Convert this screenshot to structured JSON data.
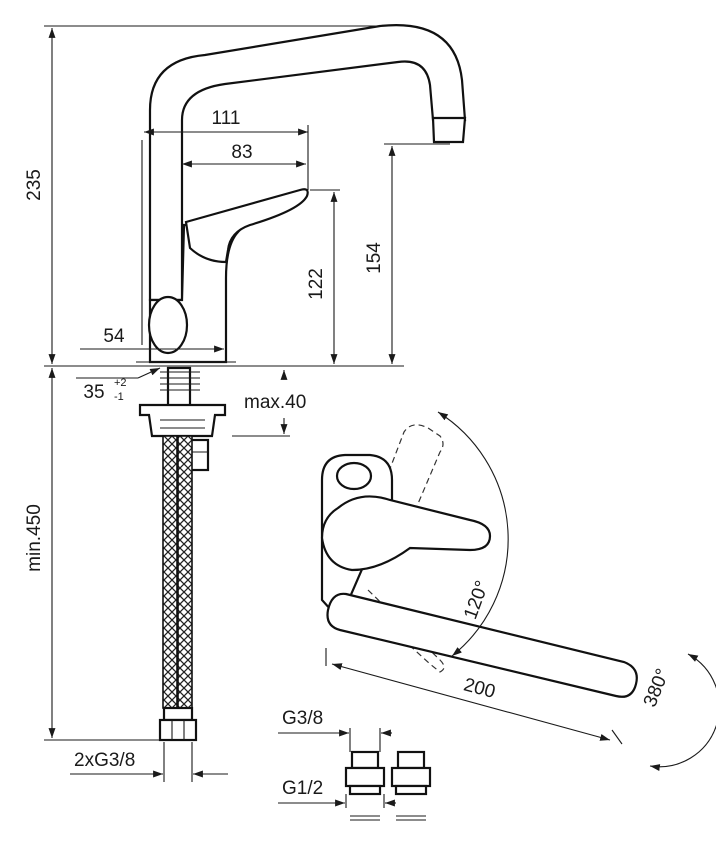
{
  "dimensions": {
    "overall_height": "235",
    "spout_reach": "111",
    "lever_reach": "83",
    "lever_height": "122",
    "spout_outlet_height": "154",
    "base_diameter": "54",
    "hole_diameter": "35",
    "hole_tol_plus": "+2",
    "hole_tol_minus": "-1",
    "max_deck": "max.40",
    "hose_length": "min.450",
    "hose_thread": "2xG3/8",
    "swing_angle": "120°",
    "spout_rotation": "380°",
    "spout_length": "200",
    "adapter_thread_small": "G3/8",
    "adapter_thread_large": "G1/2"
  }
}
